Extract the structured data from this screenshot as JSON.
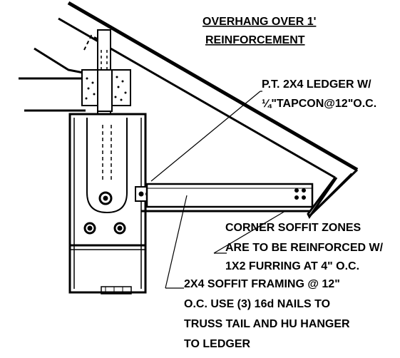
{
  "title": {
    "line1": "OVERHANG OVER 1'",
    "line2": "REINFORCEMENT"
  },
  "ledger_note": {
    "line1": "P.T. 2X4 LEDGER W/",
    "line2": "¼\"TAPCON@12\"O.C."
  },
  "corner_note": {
    "line1": "CORNER SOFFIT ZONES",
    "line2": "ARE TO BE REINFORCED W/",
    "line3": "1X2 FURRING AT 4\" O.C."
  },
  "framing_note": {
    "line1": "2X4 SOFFIT FRAMING @ 12\"",
    "line2": "O.C. USE (3) 16d NAILS TO",
    "line3": "TRUSS TAIL AND HU HANGER",
    "line4": "TO LEDGER"
  },
  "colors": {
    "ink": "#000000",
    "paper": "#ffffff"
  }
}
